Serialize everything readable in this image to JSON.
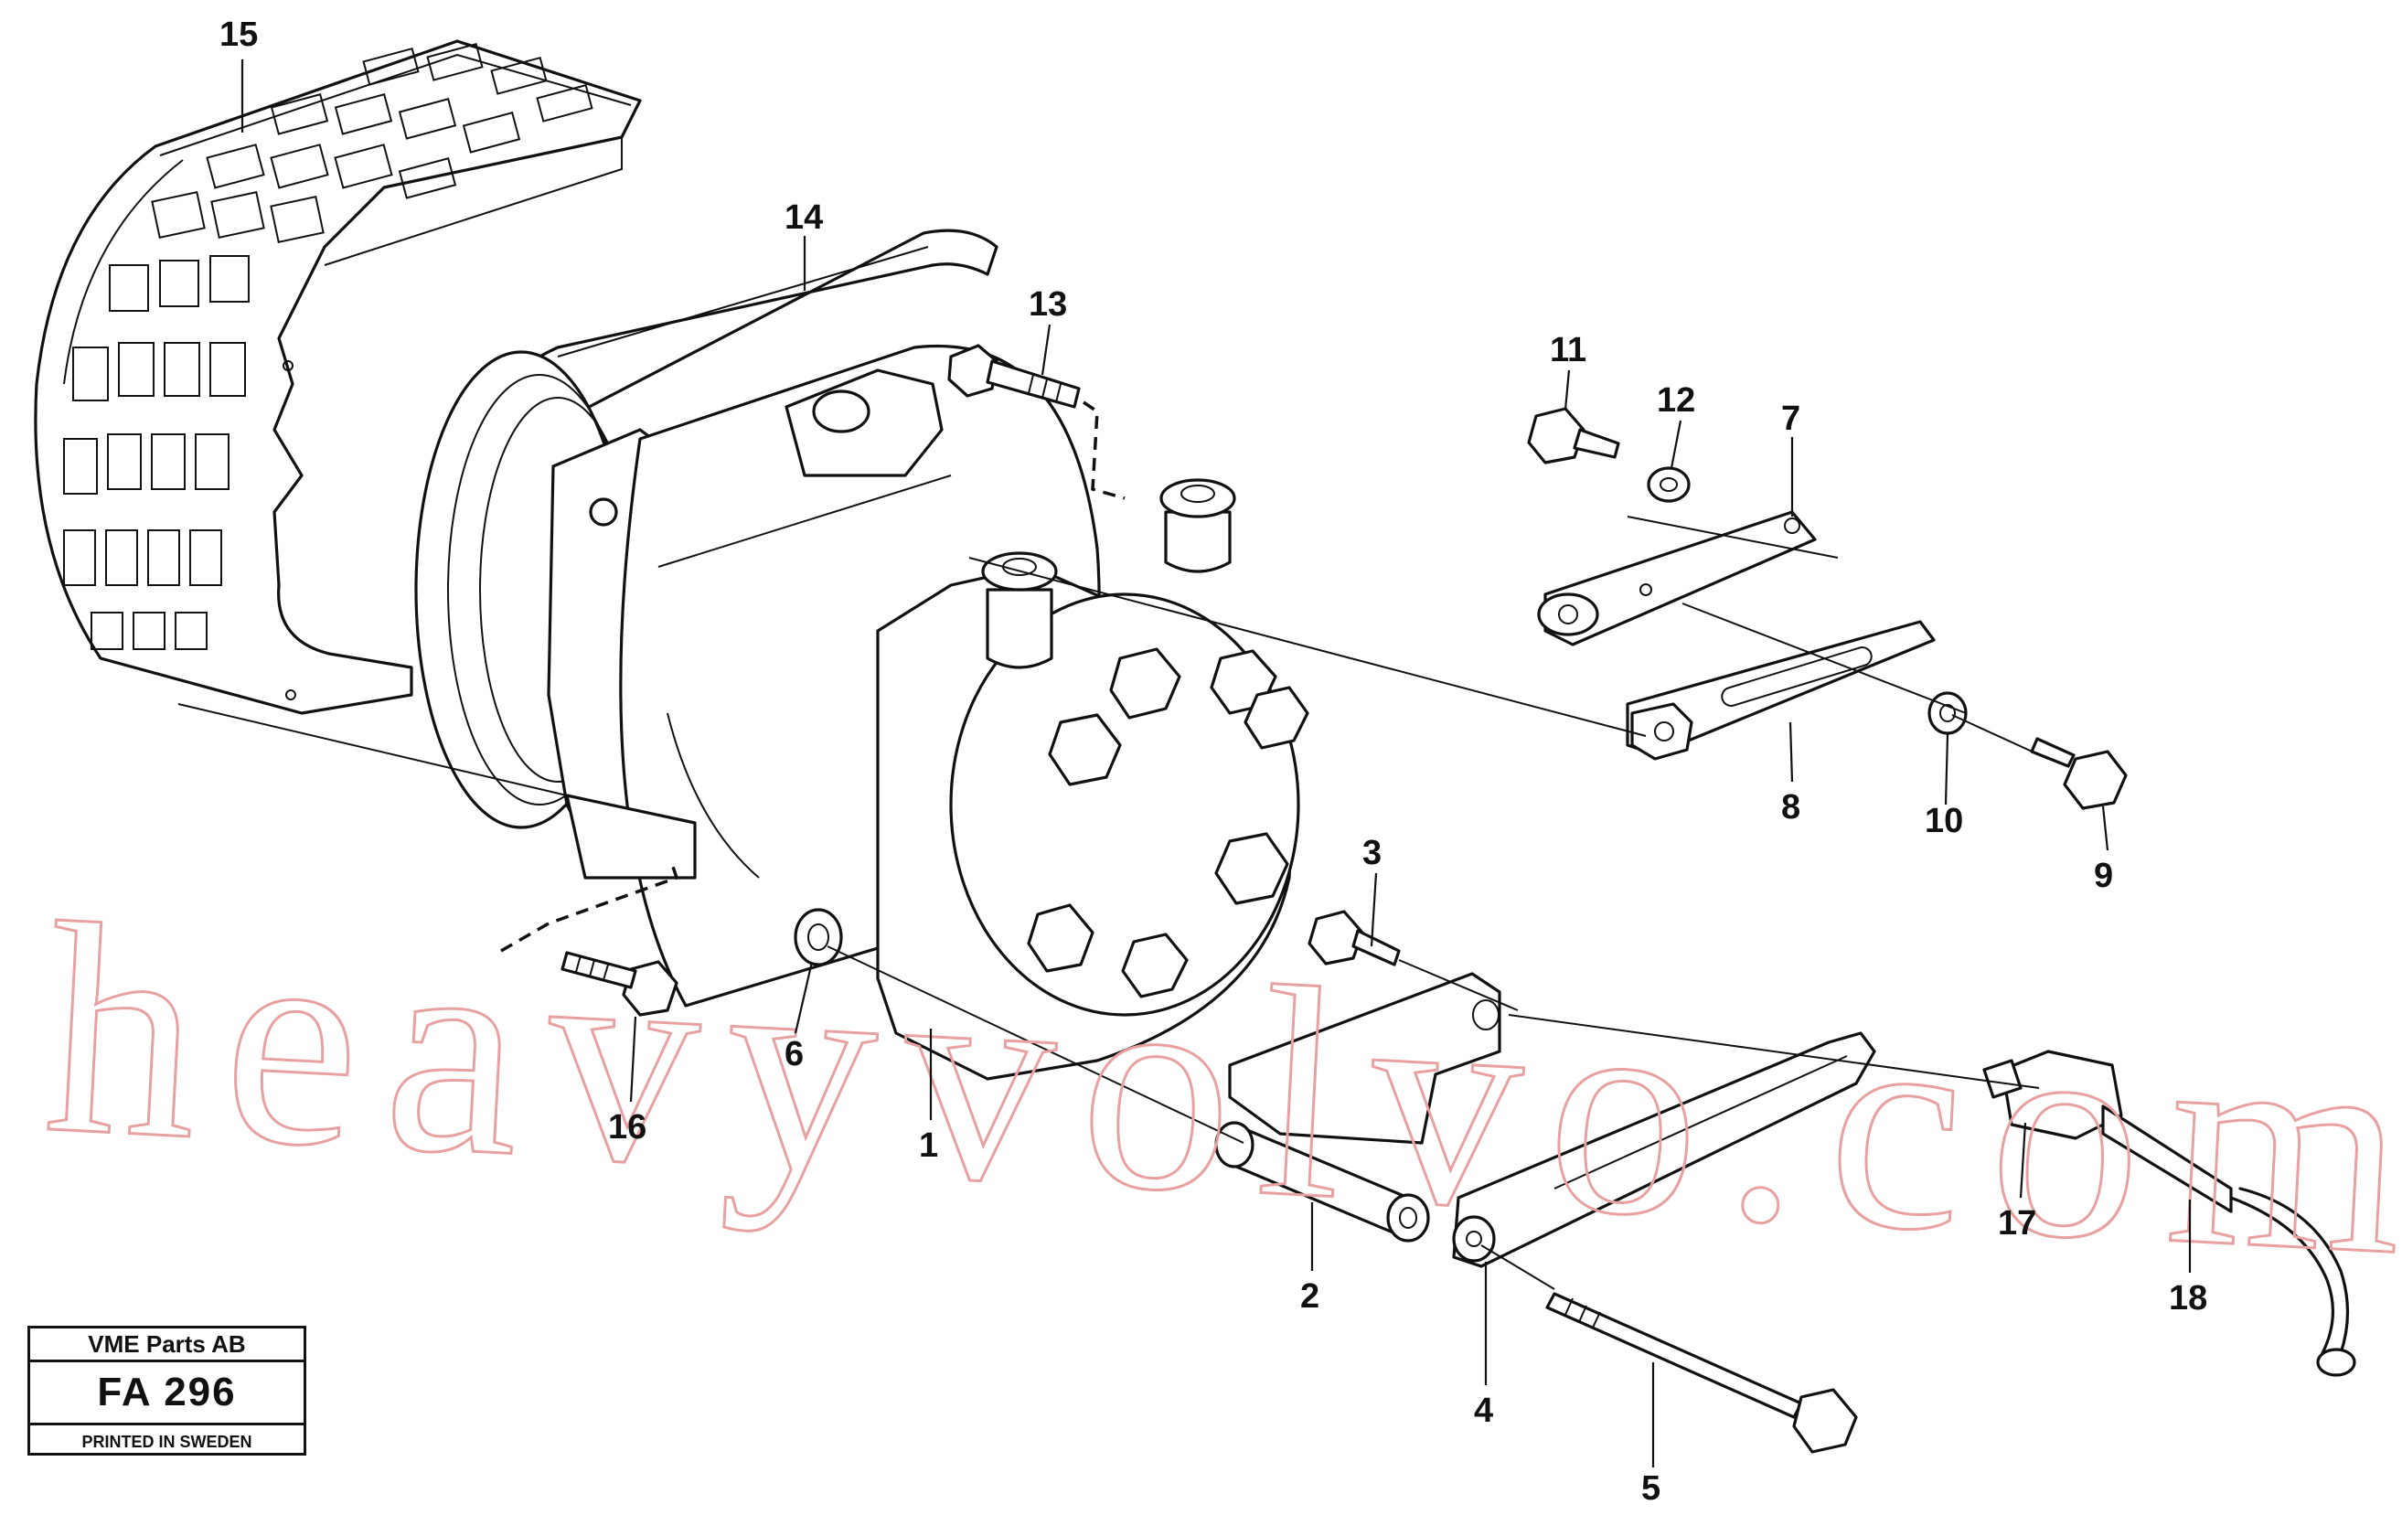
{
  "watermark": {
    "text": "heavyvolvo.com",
    "color": "#e8a0a0"
  },
  "title_block": {
    "company": "VME Parts AB",
    "figure_id": "FA 296",
    "printed": "PRINTED IN SWEDEN"
  },
  "callouts": [
    {
      "id": "c1",
      "label": "1"
    },
    {
      "id": "c2",
      "label": "2"
    },
    {
      "id": "c3",
      "label": "3"
    },
    {
      "id": "c4",
      "label": "4"
    },
    {
      "id": "c5",
      "label": "5"
    },
    {
      "id": "c6",
      "label": "6"
    },
    {
      "id": "c7",
      "label": "7"
    },
    {
      "id": "c8",
      "label": "8"
    },
    {
      "id": "c9",
      "label": "9"
    },
    {
      "id": "c10",
      "label": "10"
    },
    {
      "id": "c11",
      "label": "11"
    },
    {
      "id": "c12",
      "label": "12"
    },
    {
      "id": "c13",
      "label": "13"
    },
    {
      "id": "c14",
      "label": "14"
    },
    {
      "id": "c15",
      "label": "15"
    },
    {
      "id": "c16",
      "label": "16"
    },
    {
      "id": "c17",
      "label": "17"
    },
    {
      "id": "c18",
      "label": "18"
    }
  ]
}
